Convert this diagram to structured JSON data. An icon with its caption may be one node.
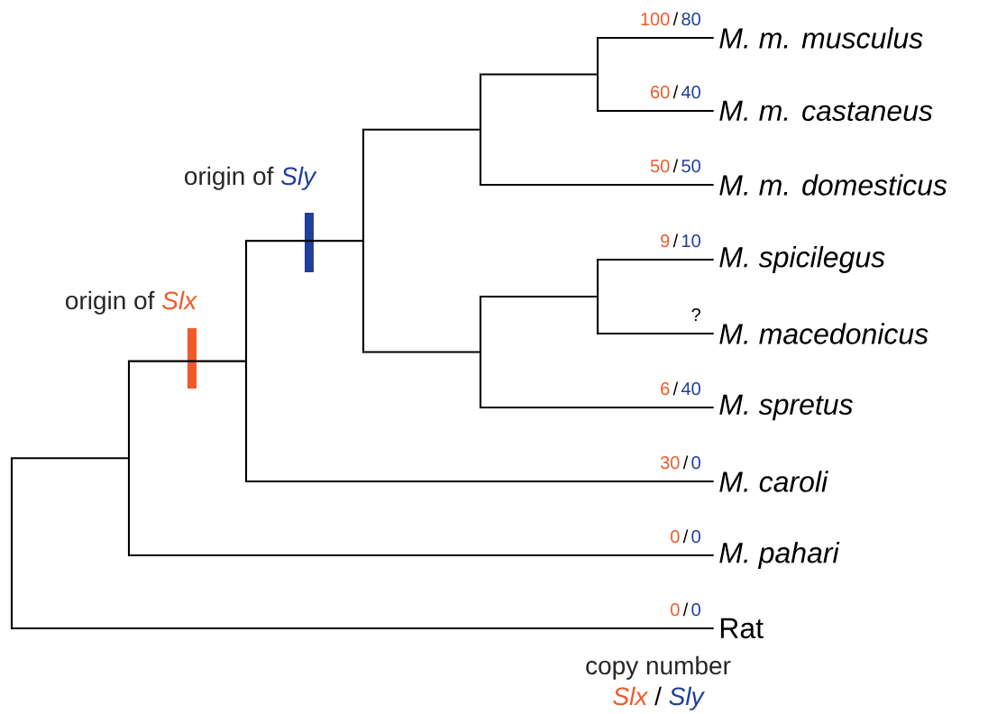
{
  "diagram": {
    "nodes": [
      {
        "text": [
          "M. m. musculus"
        ],
        "beside": [
          "100",
          "/",
          "80"
        ]
      },
      {
        "text": [
          "M. m. castaneus"
        ],
        "beside": [
          "60",
          "/",
          "40"
        ]
      },
      {
        "text": [
          "M. m. domesticus"
        ],
        "beside": [
          "50",
          "/",
          "50"
        ]
      },
      {
        "text": [
          "M. spicilegus"
        ],
        "beside": [
          "9",
          "/",
          "10"
        ]
      },
      {
        "text": [
          "M. macedonicus"
        ],
        "beside": [
          "?"
        ]
      },
      {
        "text": [
          "M. spretus"
        ],
        "beside": [
          "6",
          "/",
          "40"
        ]
      },
      {
        "text": [
          "M. caroli"
        ],
        "beside": [
          "30",
          "/",
          "0"
        ]
      },
      {
        "text": [
          "M. pahari"
        ],
        "beside": [
          "0",
          "/",
          "0"
        ]
      },
      {
        "text": [
          "Rat"
        ],
        "beside": [
          "0",
          "/",
          "0"
        ]
      },
      {
        "text": [],
        "shape": "bar"
      },
      {
        "text": [],
        "shape": "bar"
      },
      {
        "text": [],
        "shape": "bar"
      },
      {
        "text": [],
        "shape": "bar"
      },
      {
        "text": [],
        "shape": "bar"
      },
      {
        "text": [],
        "shape": "bar"
      },
      {
        "text": [],
        "shape": "bar"
      },
      {
        "text": [],
        "shape": "bar"
      }
    ],
    "edges": [
      {
        "from": 9,
        "to": 0,
        "arrow": "none"
      },
      {
        "from": 9,
        "to": 1,
        "arrow": "none"
      },
      {
        "from": 10,
        "to": 9,
        "arrow": "none"
      },
      {
        "from": 10,
        "to": 2,
        "arrow": "none"
      },
      {
        "from": 11,
        "to": 3,
        "arrow": "none"
      },
      {
        "from": 11,
        "to": 4,
        "arrow": "none"
      },
      {
        "from": 12,
        "to": 11,
        "arrow": "none"
      },
      {
        "from": 12,
        "to": 5,
        "arrow": "none"
      },
      {
        "from": 13,
        "to": 10,
        "arrow": "none"
      },
      {
        "from": 13,
        "to": 12,
        "arrow": "none"
      },
      {
        "from": 14,
        "to": 13,
        "arrow": "none"
      },
      {
        "from": 14,
        "to": 6,
        "arrow": "none"
      },
      {
        "from": 15,
        "to": 14,
        "arrow": "none"
      },
      {
        "from": 15,
        "to": 7,
        "arrow": "none"
      },
      {
        "from": 16,
        "to": 15,
        "arrow": "none"
      },
      {
        "from": 16,
        "to": 8,
        "arrow": "none"
      }
    ],
    "labels": [
      "origin of",
      "Sly",
      "origin of",
      "Slx",
      "copy number",
      "Slx",
      "/",
      "Sly"
    ]
  }
}
